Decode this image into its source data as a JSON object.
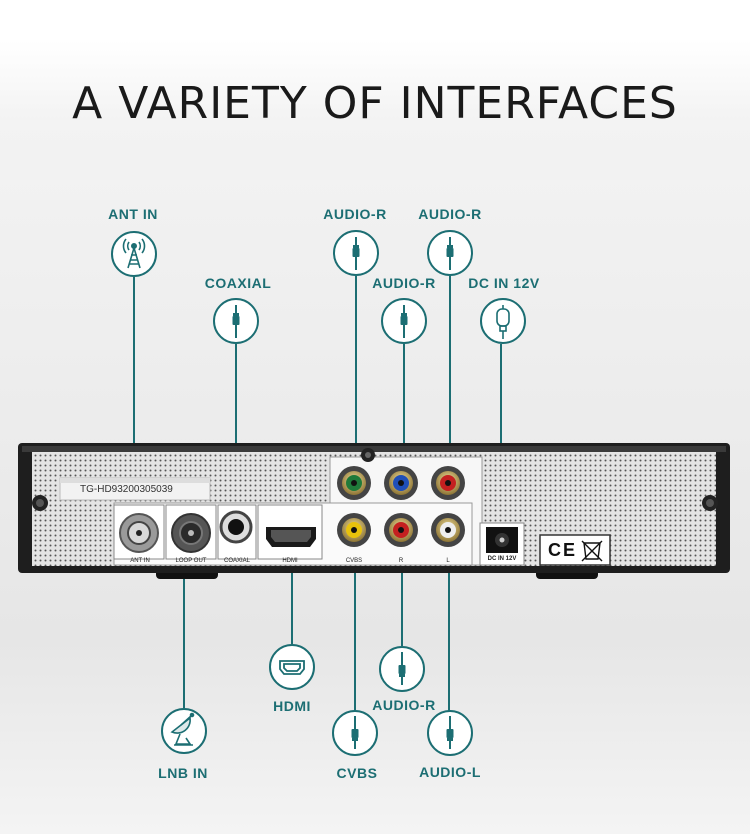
{
  "title": "A VARIETY OF INTERFACES",
  "accent_color": "#1c6e73",
  "labels": {
    "ant_in": "ANT IN",
    "coaxial": "COAXIAL",
    "audio_r_1": "AUDIO-R",
    "audio_r_2": "AUDIO-R",
    "audio_r_3": "AUDIO-R",
    "dc_in": "DC IN 12V",
    "hdmi": "HDMI",
    "audio_r_4": "AUDIO-R",
    "lnb_in": "LNB IN",
    "cvbs": "CVBS",
    "audio_l": "AUDIO-L"
  },
  "panel": {
    "serial": "TG-HD93200305039",
    "ports": {
      "ant_in": "ANT IN",
      "loop_out": "LOOP OUT",
      "coaxial": "COAXIAL",
      "hdmi": "HDMI",
      "cvbs": "CVBS",
      "r": "R",
      "l": "L",
      "dc_in": "DC IN 12V"
    }
  },
  "icons": [
    "antenna-icon",
    "rca-plug-icon",
    "dc-plug-icon",
    "hdmi-icon",
    "satellite-dish-icon"
  ]
}
